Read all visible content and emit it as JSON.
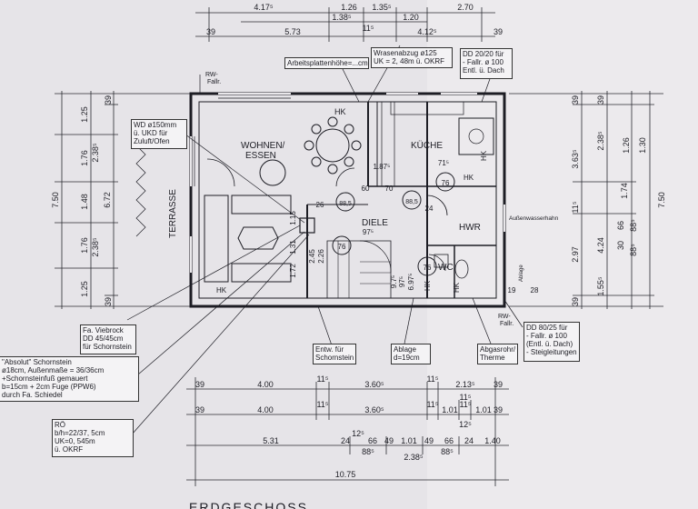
{
  "rooms": {
    "living": "WOHNEN/\nESSEN",
    "kitchen": "KÜCHE",
    "hall": "DIELE",
    "utility": "HWR",
    "wc": "WC",
    "terrace": "TERRASSE"
  },
  "labels": {
    "hk_living": "HK",
    "hk_kitchen": "HK",
    "hk_kitchen2": "HK",
    "hk_hall": "HK",
    "hk_living2": "HK",
    "hk_wc": "HK",
    "rw_top": "RW-\nFallr.",
    "rw_bottom": "RW-\nFallr.",
    "tap": "Außenwasserhahn",
    "ablage_small": "Ablage",
    "worktop": "Arbeitsplattenhöhe=...cm",
    "floor_title": "ERDGESCHOSS"
  },
  "notes": {
    "wrasen": "Wrasenabzug ø125\nUK = 2, 48m ü. OKRF",
    "dd_top": "DD 20/20 für\n- Fallr. ø 100\n  Entl. ü. Dach",
    "wd150": "WD ø150mm\nü. UKD für\nZuluft/Ofen",
    "viebrock": "Fa. Viebrock\nDD 45/45cm\nfür Schornstein",
    "absolut": "\"Absolut\" Schornstein\nø18cm,  Außenmaße = 36/36cm\n+Schornsteinfuß gemauert\nb=15cm + 2cm Fuge (PPW6)\ndurch Fa. Schiedel",
    "ro": "RÖ\nb/h=22/37, 5cm\nUK=0, 545m\nü. OKRF",
    "entw": "Entw. für\nSchornstein",
    "ablage": "Ablage\nd=19cm",
    "abgas": "Abgasrohr/\nTherme",
    "dd80": "DD 80/25 für\n- Fallr. ø 100\n  (Entl. ü. Dach)\n- Steigleitungen"
  },
  "dims": {
    "top1": [
      "4.17⁵",
      "1.26",
      "1.35⁵",
      "2.70"
    ],
    "top2": [
      "1.38⁵",
      "1.20"
    ],
    "top3": [
      "39",
      "5.73",
      "11⁵",
      "4.12⁵",
      "39"
    ],
    "bot1": [
      "39",
      "4.00",
      "11⁵",
      "3.60⁵",
      "11⁵",
      "2.13⁵",
      "39"
    ],
    "bot1b": [
      "11⁵"
    ],
    "bot2": [
      "39",
      "4.00",
      "11⁵",
      "3.60⁵",
      "11⁵",
      "1.01",
      "11⁵",
      "1.01",
      "39"
    ],
    "bot2b": [
      "12⁵"
    ],
    "bot3": [
      "5.31",
      "24",
      "12⁵",
      "66",
      "49",
      "1.01",
      "49",
      "66",
      "24",
      "1.40"
    ],
    "bot3b": [
      "88⁵",
      "2.38⁵",
      "88⁵"
    ],
    "total": "10.75",
    "left_outer": "7.50",
    "left_mid": [
      "1.25",
      "1.76",
      "1.48",
      "1.76",
      "1.25"
    ],
    "left_inner": [
      "2.38⁵",
      "6.72",
      "2.38⁵"
    ],
    "left_small": [
      "39",
      "39"
    ],
    "right_a": [
      "3.63⁵",
      "11⁵",
      "2.97"
    ],
    "right_b": [
      "2.38⁵",
      "1.74",
      "4.24",
      "1.55⁵"
    ],
    "right_c": [
      "1.26",
      "1.30",
      "66",
      "88⁵",
      "30",
      "88⁵"
    ],
    "right_outer": "7.50",
    "right_small": [
      "39",
      "39",
      "39"
    ],
    "interior": [
      "97⁵",
      "1.87⁵",
      "71⁵",
      "60",
      "70",
      "26",
      "1.15",
      "2.45",
      "1.31",
      "2.26",
      "1.72",
      "97⁵",
      "6.97⁵",
      "19",
      "28",
      "24",
      "9.7⁵"
    ],
    "doors": [
      "88,5",
      "88,5",
      "76",
      "76",
      "76"
    ]
  }
}
